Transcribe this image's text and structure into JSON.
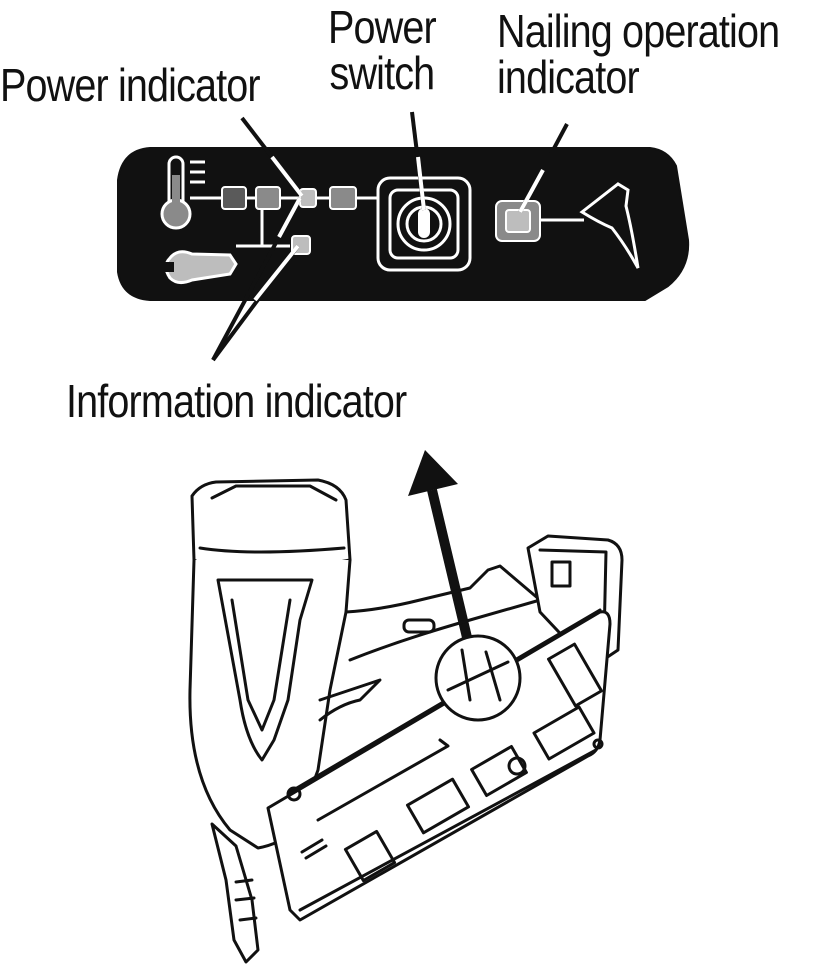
{
  "labels": {
    "power_indicator": "Power indicator",
    "power_switch_line1": "Power",
    "power_switch_line2": "switch",
    "nailing_line1": "Nailing operation",
    "nailing_line2": "indicator",
    "information_indicator": "Information indicator"
  },
  "colors": {
    "panel": "#111111",
    "indicator_light": "#bdbdbd",
    "indicator_mid": "#8a8a8a",
    "indicator_dark": "#5a5a5a",
    "line": "#111111"
  },
  "icons": [
    "thermometer-icon",
    "wrench-icon",
    "power-button-icon",
    "nail-icon",
    "arrow-up-icon",
    "nail-gun-illustration"
  ]
}
